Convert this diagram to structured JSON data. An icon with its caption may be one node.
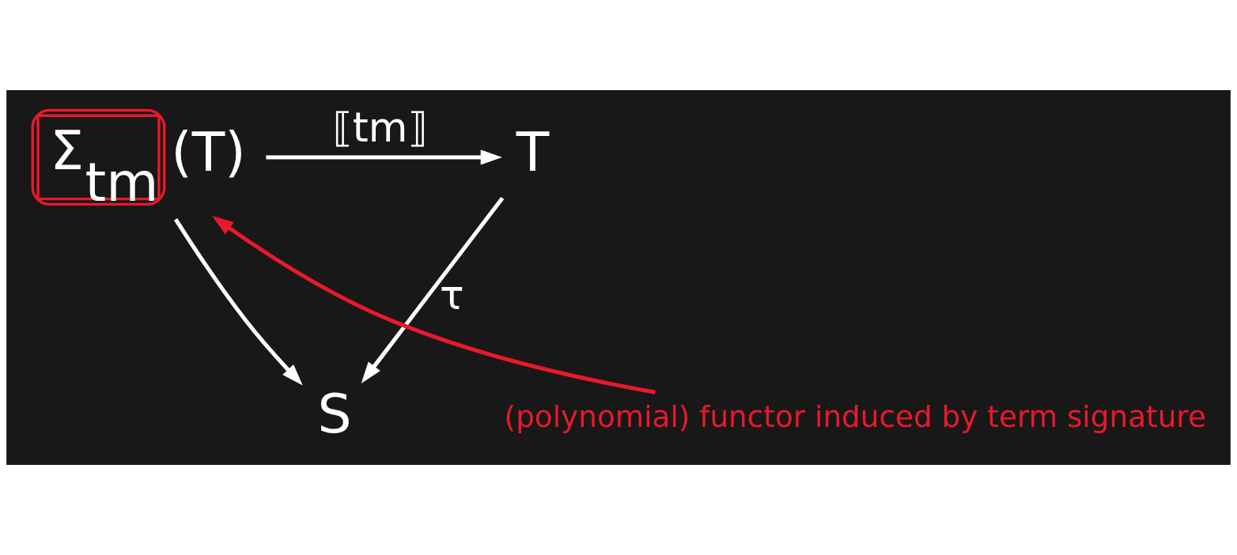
{
  "diagram": {
    "nodes": [
      {
        "text": [
          "Σ$_{tm}$(T)"
        ]
      },
      {
        "text": [
          "T"
        ]
      },
      {
        "text": [
          "S"
        ]
      },
      {
        "text": [
          "(polynomial) functor induced by term signature"
        ]
      }
    ],
    "edges": [
      {
        "from": 0,
        "to": 1,
        "arrow": "to",
        "label": "⟦tm⟧"
      },
      {
        "from": 1,
        "to": 2,
        "arrow": "to",
        "label": "τ"
      },
      {
        "from": 0,
        "to": 2,
        "arrow": "to"
      },
      {
        "from": 3,
        "to": 0,
        "arrow": "to",
        "color": "#e8192c"
      }
    ]
  }
}
